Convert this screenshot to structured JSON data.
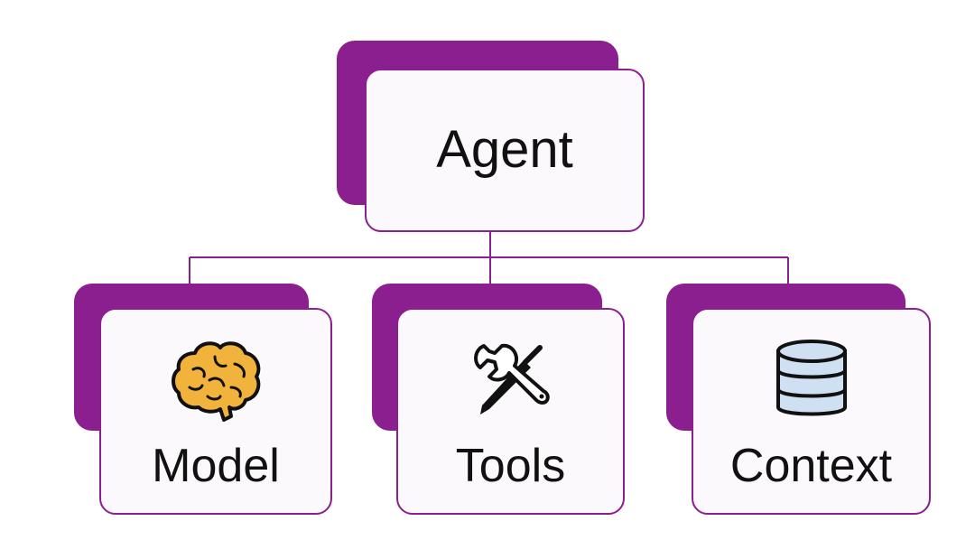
{
  "diagram": {
    "root": {
      "label": "Agent"
    },
    "children": [
      {
        "label": "Model",
        "icon": "brain-icon"
      },
      {
        "label": "Tools",
        "icon": "wrench-screwdriver-icon"
      },
      {
        "label": "Context",
        "icon": "database-icon"
      }
    ]
  },
  "colors": {
    "accent": "#8c1f8f",
    "card_fill": "#fbf9fb",
    "brain_fill": "#f2b33d",
    "database_fill": "#cfe0f3",
    "text": "#111111"
  }
}
